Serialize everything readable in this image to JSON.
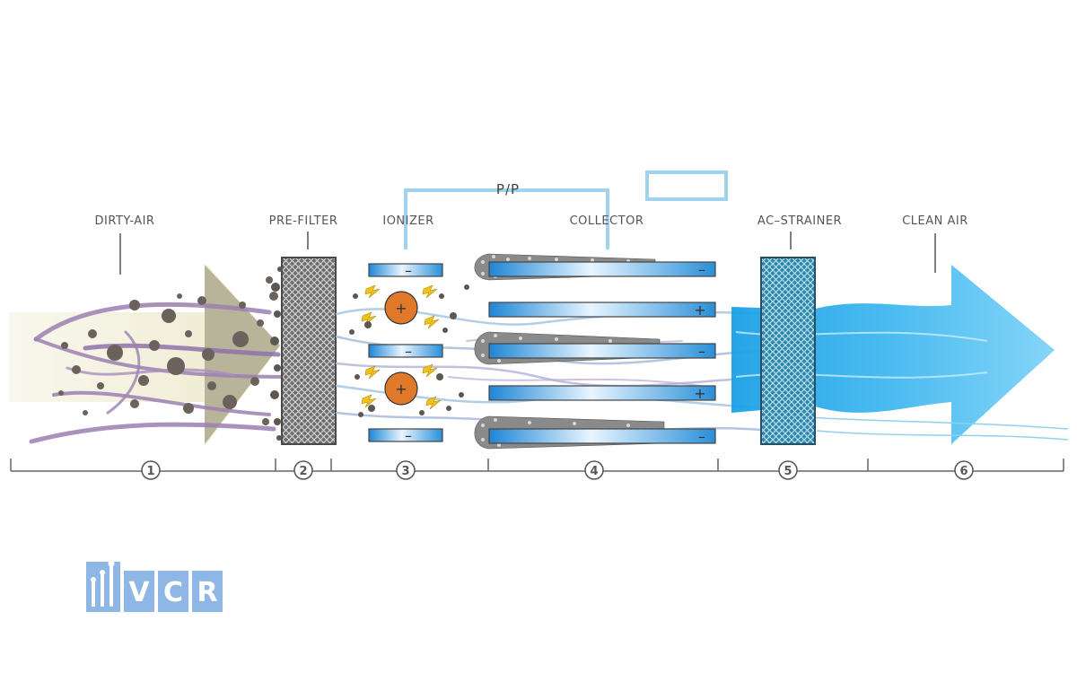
{
  "labels": {
    "dirty_air": "DIRTY-AIR",
    "pre_filter": "PRE-FILTER",
    "ionizer": "IONIZER",
    "collector": "COLLECTOR",
    "ac_strainer": "AC–STRAINER",
    "clean_air": "CLEAN AIR",
    "pp": "P/P"
  },
  "signs": {
    "minus": "–",
    "plus": "+"
  },
  "stages": [
    "1",
    "2",
    "3",
    "4",
    "5",
    "6"
  ],
  "logo": {
    "text": "VCR",
    "letters": [
      "V",
      "C",
      "R"
    ]
  },
  "colors": {
    "dirty_air": "#f1efd6",
    "dirty_fibers": "#9b7fb2",
    "pre_filter_gray": "#7a7a7a",
    "ion_orange": "#e07a2a",
    "spark_yellow": "#f2c21b",
    "plate_blue": "#2a8fd8",
    "clean_air_blue": "#29a7e8",
    "strainer_blue": "#3b8fb5",
    "wire_blue": "#9fd3ee",
    "logo_blue": "#8fb7e6"
  }
}
